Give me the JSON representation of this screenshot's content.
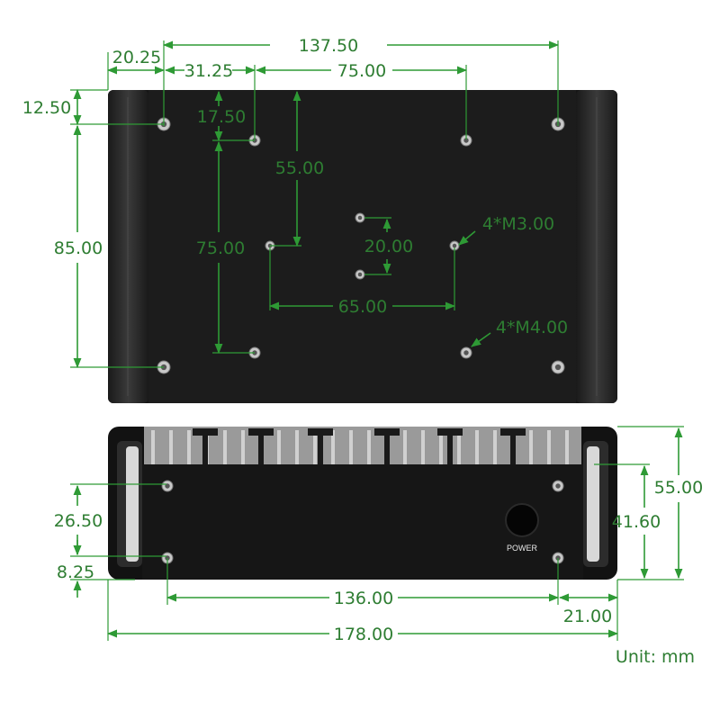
{
  "top_view": {
    "dims": {
      "width_mount": "137.50",
      "left_offset": "20.25",
      "vesa_offset": "31.25",
      "vesa_width": "75.00",
      "top_offset": "12.50",
      "vesa_top": "17.50",
      "vesa_left_height": "55.00",
      "mount_height": "85.00",
      "vesa_height": "75.00",
      "small_height": "20.00",
      "small_width": "65.00"
    },
    "screw_labels": {
      "m3": "4*M3.00",
      "m4": "4*M4.00"
    }
  },
  "front_view": {
    "dims": {
      "left_screw_height": "26.50",
      "bottom_screw_offset": "8.25",
      "screw_span": "136.00",
      "total_width": "178.00",
      "right_offset": "21.00",
      "body_height": "41.60",
      "total_height": "55.00"
    },
    "power_label": "POWER"
  },
  "unit_label": "Unit: mm"
}
